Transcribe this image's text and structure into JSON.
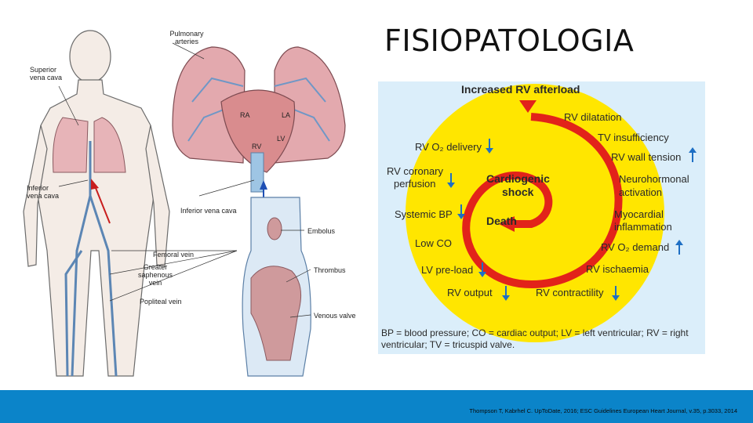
{
  "title": "FISIOPATOLOGIA",
  "illustration": {
    "labels": {
      "pulmonary_arteries": "Pulmonary arteries",
      "superior_vena_cava": "Superior vena cava",
      "ra": "RA",
      "la": "LA",
      "rv": "RV",
      "lv": "LV",
      "inferior_vena_cava_body": "Inferior vena cava",
      "inferior_vena_cava_heart": "Inferior vena cava",
      "embolus": "Embolus",
      "femoral_vein": "Femoral vein",
      "greater_saphenous_vein": "Greater saphenous vein",
      "thrombus": "Thrombus",
      "popliteal_vein": "Popliteal vein",
      "venous_valve": "Venous valve"
    }
  },
  "diagram": {
    "heading": "Increased RV afterload",
    "center_1": "Cardiogenic",
    "center_2": "shock",
    "center_3": "Death",
    "items": {
      "rv_dilatation": "RV dilatation",
      "tv_insufficiency": "TV insufficiency",
      "rv_wall_tension": "RV wall tension",
      "neurohormonal_1": "Neurohormonal",
      "neurohormonal_2": "activation",
      "myocardial_1": "Myocardial",
      "myocardial_2": "inflammation",
      "rv_o2_demand": "RV O₂ demand",
      "rv_ischaemia": "RV ischaemia",
      "rv_contractility": "RV contractility",
      "rv_output": "RV output",
      "lv_preload": "LV pre-load",
      "low_co": "Low CO",
      "systemic_bp": "Systemic BP",
      "rv_coronary_1": "RV coronary",
      "rv_coronary_2": "perfusion",
      "rv_o2_delivery": "RV O₂ delivery"
    },
    "abbreviations": "BP = blood pressure; CO = cardiac output; LV = left ventricular; RV = right ventricular; TV = tricuspid valve.",
    "colors": {
      "spiral": "#e2231a",
      "circle": "#ffe600",
      "arrow": "#1e6fc4",
      "background": "#dbeefa"
    }
  },
  "footer": {
    "citation": "Thompson T, Kabrhel C. UpToDate, 2016; ESC Guidelines European Heart Journal, v.35, p.3033, 2014",
    "color": "#0b84c9"
  }
}
